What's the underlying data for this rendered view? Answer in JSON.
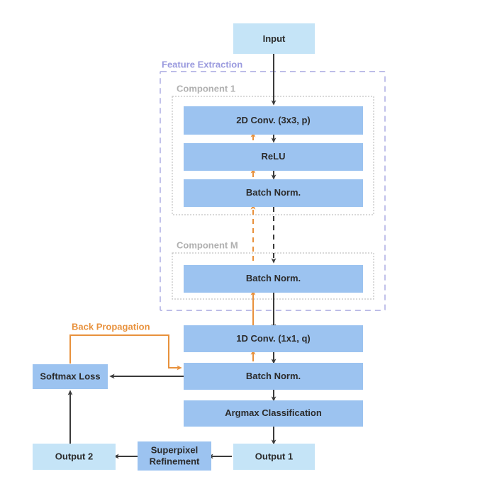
{
  "diagram": {
    "title": "CNN segmentation architecture flowchart",
    "background": "#ffffff",
    "colors": {
      "node_light": "#c5e4f7",
      "node_medium": "#9cc3f0",
      "feature_group_border": "#a7a7e0",
      "feature_group_label": "#9a9ade",
      "component_group_border": "#c2c2c2",
      "component_group_label": "#b0b0b0",
      "arrow_forward": "#3a3a3a",
      "arrow_backprop": "#e8913c",
      "text": "#2b2b2b"
    },
    "groups": {
      "feature_extraction": {
        "label": "Feature Extraction"
      },
      "component_1": {
        "label": "Component 1"
      },
      "component_m": {
        "label": "Component M"
      }
    },
    "annotations": {
      "back_propagation": "Back Propagation"
    },
    "nodes": {
      "input": {
        "label": "Input",
        "style": "light"
      },
      "conv2d": {
        "label": "2D Conv.  (3x3, p)",
        "style": "medium"
      },
      "relu": {
        "label": "ReLU",
        "style": "medium"
      },
      "batchnorm_1": {
        "label": "Batch Norm.",
        "style": "medium"
      },
      "batchnorm_m": {
        "label": "Batch Norm.",
        "style": "medium"
      },
      "conv1d": {
        "label": "1D Conv. (1x1, q)",
        "style": "medium"
      },
      "batchnorm_out": {
        "label": "Batch Norm.",
        "style": "medium"
      },
      "argmax": {
        "label": "Argmax Classification",
        "style": "medium"
      },
      "softmax_loss": {
        "label": "Softmax Loss",
        "style": "medium"
      },
      "output_1": {
        "label": "Output 1",
        "style": "light"
      },
      "superpixel_refinement": {
        "label": "Superpixel",
        "label2": "Refinement",
        "style": "medium"
      },
      "output_2": {
        "label": "Output 2",
        "style": "light"
      }
    }
  }
}
